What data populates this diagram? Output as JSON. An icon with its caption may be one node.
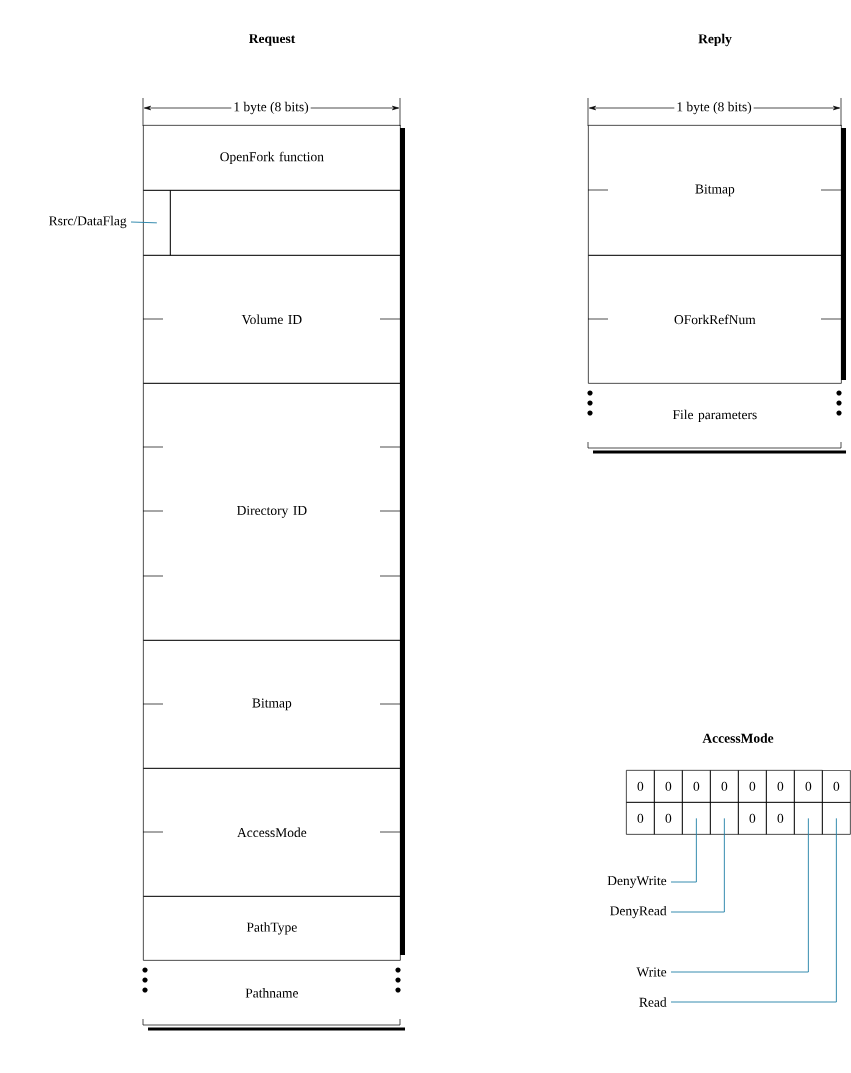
{
  "diagram": {
    "nodes": [
      {
        "text": [
          "OpenFork function"
        ]
      },
      {
        "text": [],
        "shape": "box"
      },
      {
        "text": [],
        "shape": "box"
      },
      {
        "text": [
          "Rsrc/DataFlag"
        ]
      },
      {
        "text": [
          "Volume ID"
        ]
      },
      {
        "text": [
          "Directory ID"
        ]
      },
      {
        "text": [
          "Bitmap"
        ]
      },
      {
        "text": [
          "AccessMode"
        ]
      },
      {
        "text": [
          "PathType"
        ]
      },
      {
        "text": [
          "Pathname"
        ]
      },
      {
        "text": [
          "Bitmap"
        ]
      },
      {
        "text": [
          "OForkRefNum"
        ]
      },
      {
        "text": [
          "File parameters"
        ]
      },
      {
        "text": [
          "0"
        ]
      },
      {
        "text": [
          "0"
        ]
      },
      {
        "text": [
          "0"
        ]
      },
      {
        "text": [
          "0"
        ]
      },
      {
        "text": [
          "0"
        ]
      },
      {
        "text": [
          "0"
        ]
      },
      {
        "text": [
          "0"
        ]
      },
      {
        "text": [
          "0"
        ]
      },
      {
        "text": [
          "0"
        ]
      },
      {
        "text": [
          "0"
        ]
      },
      {
        "text": [],
        "shape": "box"
      },
      {
        "text": [],
        "shape": "box"
      },
      {
        "text": [
          "0"
        ]
      },
      {
        "text": [
          "0"
        ]
      },
      {
        "text": [],
        "shape": "box"
      },
      {
        "text": [],
        "shape": "box"
      },
      {
        "text": [
          "DenyWrite"
        ]
      },
      {
        "text": [
          "DenyRead"
        ]
      },
      {
        "text": [
          "Write"
        ]
      },
      {
        "text": [
          "Read"
        ]
      }
    ],
    "edges": [
      {
        "from": 3,
        "to": 1,
        "arrow": "none"
      },
      {
        "from": 29,
        "to": 23,
        "arrow": "none"
      },
      {
        "from": 30,
        "to": 24,
        "arrow": "none"
      },
      {
        "from": 31,
        "to": 27,
        "arrow": "none"
      },
      {
        "from": 32,
        "to": 28,
        "arrow": "none"
      }
    ],
    "labels": [
      "Request",
      "Reply",
      "1 byte (8 bits)",
      "1 byte (8 bits)",
      "AccessMode"
    ]
  }
}
